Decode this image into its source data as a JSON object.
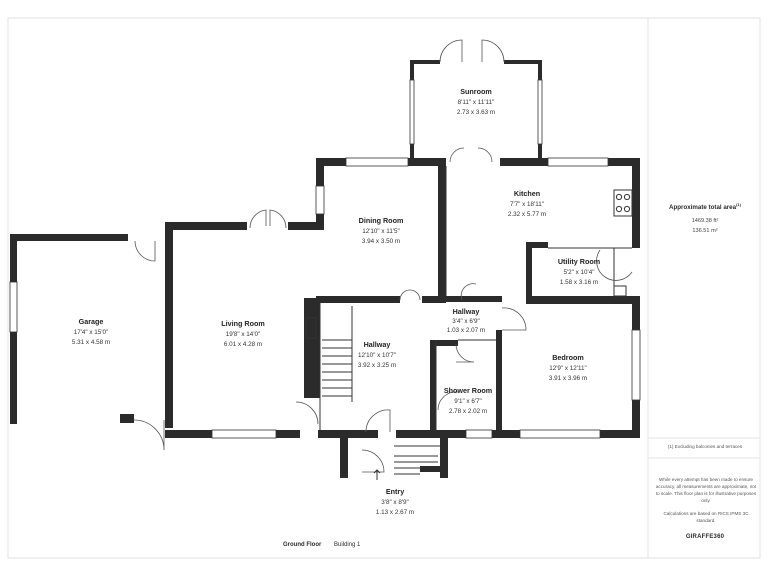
{
  "rooms": {
    "sunroom": {
      "name": "Sunroom",
      "imp": "8'11\" x 11'11\"",
      "met": "2.73 x 3.63 m"
    },
    "kitchen": {
      "name": "Kitchen",
      "imp": "7'7\" x 18'11\"",
      "met": "2.32 x 5.77 m"
    },
    "dining": {
      "name": "Dining Room",
      "imp": "12'10\" x 11'5\"",
      "met": "3.94 x 3.50 m"
    },
    "utility": {
      "name": "Utility Room",
      "imp": "5'2\" x 10'4\"",
      "met": "1.58 x 3.16 m"
    },
    "garage": {
      "name": "Garage",
      "imp": "17'4\" x 15'0\"",
      "met": "5.31 x 4.58 m"
    },
    "living": {
      "name": "Living Room",
      "imp": "19'8\" x 14'0\"",
      "met": "6.01 x 4.28 m"
    },
    "hallway_small": {
      "name": "Hallway",
      "imp": "3'4\" x 6'9\"",
      "met": "1.03 x 2.07 m"
    },
    "hallway": {
      "name": "Hallway",
      "imp": "12'10\" x 10'7\"",
      "met": "3.92 x 3.25 m"
    },
    "bedroom": {
      "name": "Bedroom",
      "imp": "12'9\" x 12'11\"",
      "met": "3.91 x 3.96 m"
    },
    "shower": {
      "name": "Shower Room",
      "imp": "9'1\" x 6'7\"",
      "met": "2.78 x 2.02 m"
    },
    "entry": {
      "name": "Entry",
      "imp": "3'8\" x 8'9\"",
      "met": "1.13 x 2.67 m"
    }
  },
  "sidebar": {
    "area_title": "Approximate total area",
    "area_superscript": "(1)",
    "area_sqft": "1469.38 ft²",
    "area_sqm": "136.51 m²",
    "footnote": "(1) Excluding balconies and terraces",
    "disclaimer_1": "While every attempt has been made to ensure accuracy, all measurements are approximate, not to scale. This floor plan is for illustrative purposes only.",
    "disclaimer_2": "Calculations are based on RICS IPMS 3C standard.",
    "brand": "GIRAFFE360"
  },
  "footer": {
    "floor": "Ground Floor",
    "building": "Building 1"
  }
}
